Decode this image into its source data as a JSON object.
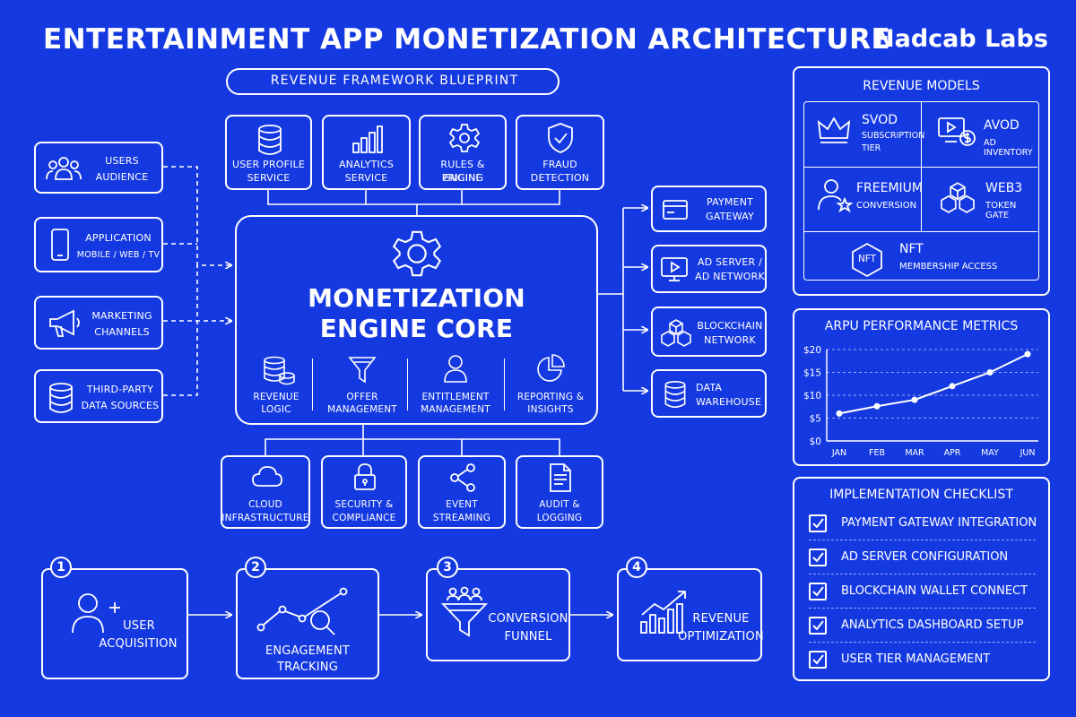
{
  "header": {
    "title": "ENTERTAINMENT APP MONETIZATION ARCHITECTURE",
    "subtitle": "REVENUE FRAMEWORK BLUEPRINT",
    "brand": "Nadcab Labs"
  },
  "inputs": [
    {
      "line1": "USERS",
      "line2": "AUDIENCE",
      "icon": "users-icon"
    },
    {
      "line1": "APPLICATION",
      "line2": "MOBILE / WEB / TV",
      "icon": "mobile-icon"
    },
    {
      "line1": "MARKETING",
      "line2": "CHANNELS",
      "icon": "megaphone-icon"
    },
    {
      "line1": "THIRD-PARTY",
      "line2": "DATA SOURCES",
      "icon": "database-icon"
    }
  ],
  "services": [
    {
      "line1": "USER PROFILE",
      "line2": "SERVICE",
      "icon": "database-icon"
    },
    {
      "line1": "ANALYTICS",
      "line2": "SERVICE",
      "icon": "bar-chart-icon"
    },
    {
      "line1": "RULES & PRICING",
      "line2": "ENGINE",
      "icon": "gear-icon"
    },
    {
      "line1": "FRAUD",
      "line2": "DETECTION",
      "icon": "shield-check-icon"
    }
  ],
  "core": {
    "title_line1": "MONETIZATION",
    "title_line2": "ENGINE CORE",
    "modules": [
      {
        "line1": "REVENUE",
        "line2": "LOGIC",
        "icon": "coins-icon"
      },
      {
        "line1": "OFFER",
        "line2": "MANAGEMENT",
        "icon": "funnel-icon"
      },
      {
        "line1": "ENTITLEMENT",
        "line2": "MANAGEMENT",
        "icon": "user-icon"
      },
      {
        "line1": "REPORTING &",
        "line2": "INSIGHTS",
        "icon": "pie-chart-icon"
      }
    ]
  },
  "outputs": [
    {
      "line1": "PAYMENT",
      "line2": "GATEWAY",
      "icon": "card-icon"
    },
    {
      "line1": "AD SERVER /",
      "line2": "AD NETWORK",
      "icon": "monitor-play-icon"
    },
    {
      "line1": "BLOCKCHAIN",
      "line2": "NETWORK",
      "icon": "cubes-icon"
    },
    {
      "line1": "DATA",
      "line2": "WAREHOUSE",
      "icon": "database-icon"
    }
  ],
  "infra": [
    {
      "line1": "CLOUD",
      "line2": "INFRASTRUCTURE",
      "icon": "cloud-icon"
    },
    {
      "line1": "SECURITY &",
      "line2": "COMPLIANCE",
      "icon": "lock-icon"
    },
    {
      "line1": "EVENT",
      "line2": "STREAMING",
      "icon": "share-icon"
    },
    {
      "line1": "AUDIT &",
      "line2": "LOGGING",
      "icon": "document-icon"
    }
  ],
  "flow": [
    {
      "num": "1",
      "line1": "USER",
      "line2": "ACQUISITION",
      "icon": "add-user-icon"
    },
    {
      "num": "2",
      "line1": "ENGAGEMENT",
      "line2": "TRACKING",
      "icon": "trend-search-icon"
    },
    {
      "num": "3",
      "line1": "CONVERSION",
      "line2": "FUNNEL",
      "icon": "funnel-users-icon"
    },
    {
      "num": "4",
      "line1": "REVENUE",
      "line2": "OPTIMIZATION",
      "icon": "growth-chart-icon"
    }
  ],
  "revenue_models": {
    "title": "REVENUE MODELS",
    "items": [
      {
        "name": "SVOD",
        "sub1": "SUBSCRIPTION",
        "sub2": "TIER",
        "icon": "crown-icon"
      },
      {
        "name": "AVOD",
        "sub1": "AD INVENTORY",
        "sub2": "",
        "icon": "monitor-dollar-icon"
      },
      {
        "name": "FREEMIUM",
        "sub1": "CONVERSION",
        "sub2": "",
        "icon": "user-star-icon"
      },
      {
        "name": "WEB3",
        "sub1": "TOKEN GATE",
        "sub2": "",
        "icon": "cubes-icon"
      },
      {
        "name": "NFT",
        "sub1": "MEMBERSHIP ACCESS",
        "sub2": "",
        "icon": "nft-hexagon-icon",
        "badge": "NFT"
      }
    ]
  },
  "chart_data": {
    "type": "line",
    "title": "ARPU PERFORMANCE METRICS",
    "categories": [
      "JAN",
      "FEB",
      "MAR",
      "APR",
      "MAY",
      "JUN"
    ],
    "series": [
      {
        "values": [
          6,
          7.6,
          9,
          12,
          15,
          19
        ]
      }
    ],
    "yticks": [
      "$0",
      "$5",
      "$10",
      "$15",
      "$20"
    ],
    "ylim": [
      0,
      20
    ],
    "grid": true
  },
  "checklist": {
    "title": "IMPLEMENTATION CHECKLIST",
    "items": [
      "PAYMENT GATEWAY INTEGRATION",
      "AD SERVER CONFIGURATION",
      "BLOCKCHAIN WALLET CONNECT",
      "ANALYTICS DASHBOARD SETUP",
      "USER TIER MANAGEMENT"
    ]
  }
}
